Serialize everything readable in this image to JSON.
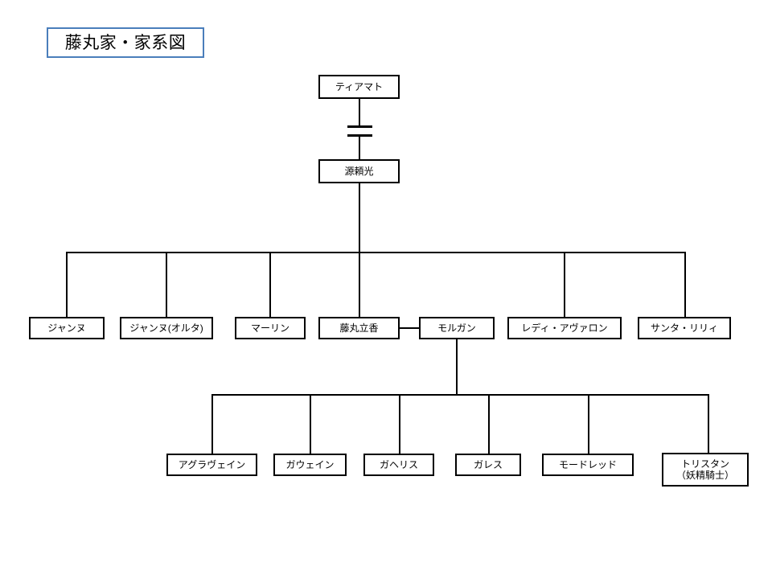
{
  "document": {
    "title_box_label": "藤丸家・家系図",
    "accent_color": "#4a7ebb",
    "line_color": "#000000",
    "background_color": "#ffffff"
  },
  "tree": {
    "generation_1": [
      {
        "id": "tiamat",
        "label": "ティアマト"
      }
    ],
    "generation_2": [
      {
        "id": "minamoto-no-raiko",
        "label": "源頼光"
      }
    ],
    "generation_3": [
      {
        "id": "jeanne",
        "label": "ジャンヌ"
      },
      {
        "id": "jeanne-alter",
        "label": "ジャンヌ(オルタ)"
      },
      {
        "id": "merlin",
        "label": "マーリン"
      },
      {
        "id": "fujimaru-ritsuka",
        "label": "藤丸立香"
      },
      {
        "id": "morgan",
        "label": "モルガン"
      },
      {
        "id": "lady-avalon",
        "label": "レディ・アヴァロン"
      },
      {
        "id": "santa-lily",
        "label": "サンタ・リリィ"
      }
    ],
    "generation_4": [
      {
        "id": "agravain",
        "label": "アグラヴェイン"
      },
      {
        "id": "gawain",
        "label": "ガウェイン"
      },
      {
        "id": "gaheris",
        "label": "ガヘリス"
      },
      {
        "id": "gareth",
        "label": "ガレス"
      },
      {
        "id": "mordred",
        "label": "モードレッド"
      },
      {
        "id": "tristan",
        "label": "トリスタン",
        "label_line2": "（妖精騎士）"
      }
    ]
  }
}
